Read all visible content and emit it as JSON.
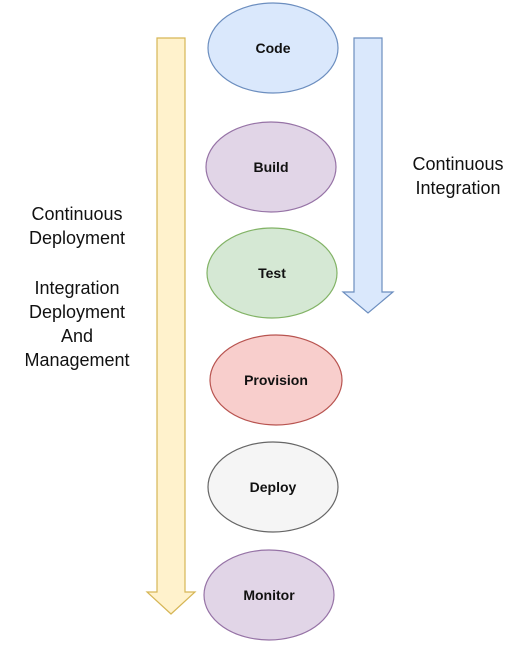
{
  "colors": {
    "code": {
      "fill": "#dae8fc",
      "stroke": "#6c8ebf"
    },
    "build": {
      "fill": "#e1d5e7",
      "stroke": "#9673a6"
    },
    "test": {
      "fill": "#d5e8d4",
      "stroke": "#82b366"
    },
    "provision": {
      "fill": "#f8cecc",
      "stroke": "#b85450"
    },
    "deploy": {
      "fill": "#f5f5f5",
      "stroke": "#666666"
    },
    "monitor": {
      "fill": "#e1d5e7",
      "stroke": "#9673a6"
    },
    "ci_arrow": {
      "fill": "#dae8fc",
      "stroke": "#6c8ebf"
    },
    "cd_arrow": {
      "fill": "#fff2cc",
      "stroke": "#d6b656"
    }
  },
  "stages": [
    {
      "label": "Code"
    },
    {
      "label": "Build"
    },
    {
      "label": "Test"
    },
    {
      "label": "Provision"
    },
    {
      "label": "Deploy"
    },
    {
      "label": "Monitor"
    }
  ],
  "ci": {
    "line1": "Continuous",
    "line2": "Integration"
  },
  "cd": {
    "line1": "Continuous",
    "line2": "Deployment",
    "line3": "Integration",
    "line4": "Deployment",
    "line5": "And",
    "line6": "Management"
  }
}
